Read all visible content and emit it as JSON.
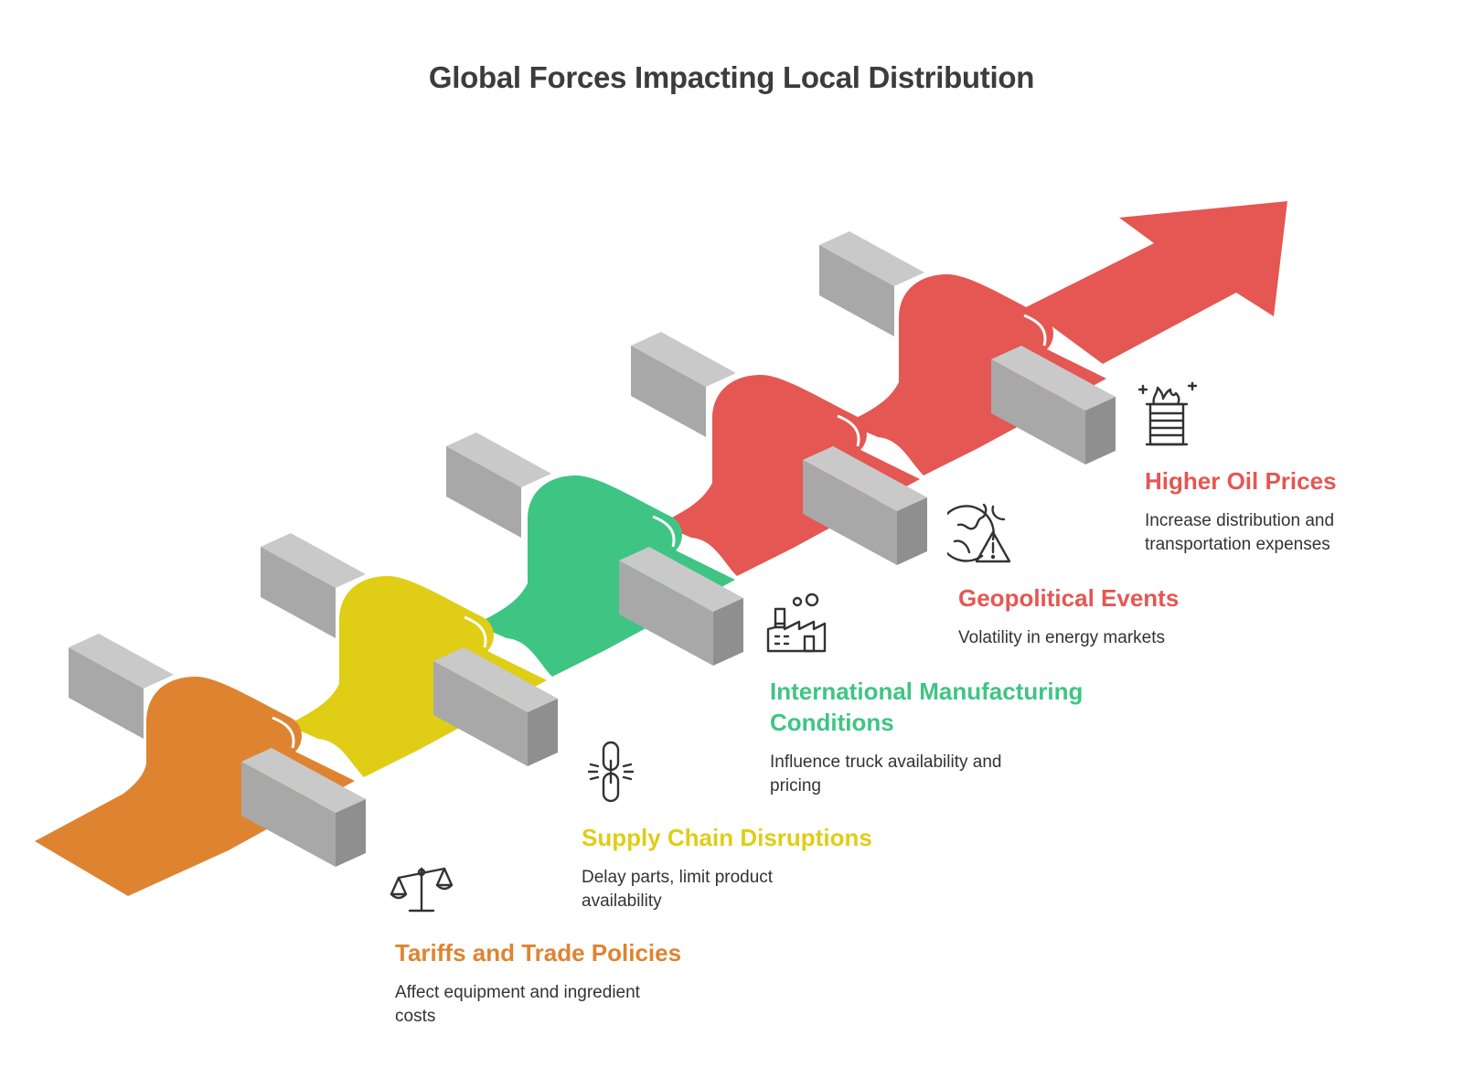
{
  "title": "Global Forces Impacting Local Distribution",
  "colors": {
    "orange": "#DE8431",
    "yellow": "#DFCD16",
    "green": "#3EC584",
    "red": "#E45753",
    "block_front": "#A8A8A8",
    "block_top": "#C9C9C9",
    "block_side": "#8F8F8F",
    "text": "#333333"
  },
  "stages": [
    {
      "id": "tariffs",
      "title": "Tariffs and Trade Policies",
      "description": "Affect equipment and ingredient costs",
      "color": "#DE8431",
      "icon": "balance-scale-icon"
    },
    {
      "id": "supply-chain",
      "title": "Supply Chain Disruptions",
      "description": "Delay parts, limit product availability",
      "color": "#DFCD16",
      "icon": "broken-chain-icon"
    },
    {
      "id": "manufacturing",
      "title": "International Manufacturing Conditions",
      "description": "Influence truck availability and pricing",
      "color": "#3EC584",
      "icon": "factory-icon"
    },
    {
      "id": "geopolitical",
      "title": "Geopolitical Events",
      "description": "Volatility in energy markets",
      "color": "#E45753",
      "icon": "globe-warning-icon"
    },
    {
      "id": "oil",
      "title": "Higher Oil Prices",
      "description": "Increase distribution and transportation expenses",
      "color": "#E45753",
      "icon": "burning-barrel-icon"
    }
  ]
}
